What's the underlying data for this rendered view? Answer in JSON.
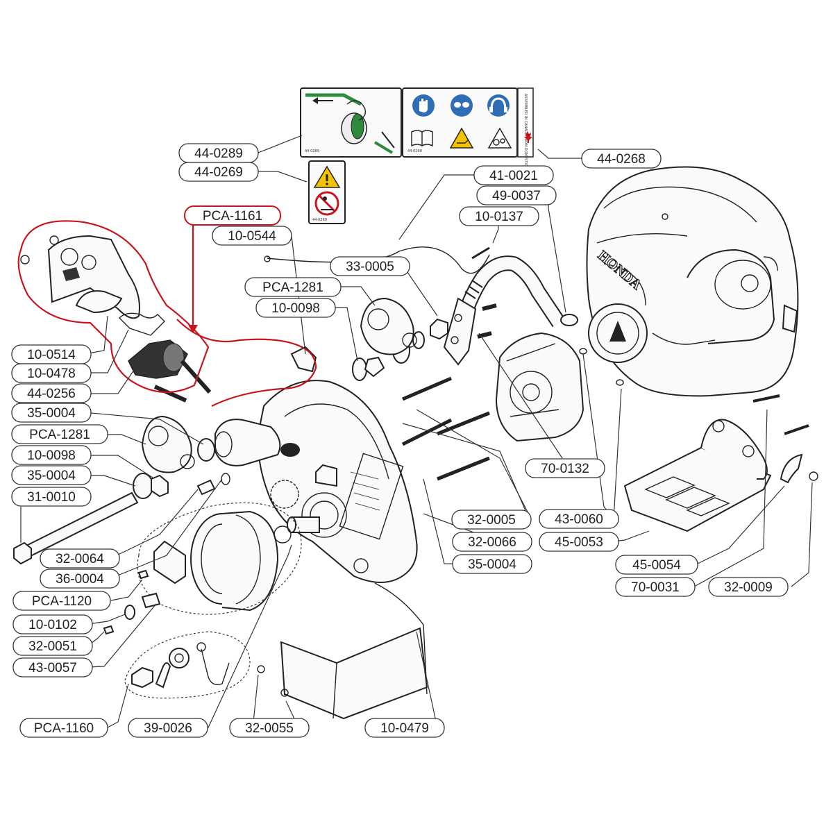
{
  "callouts": [
    {
      "id": "c1",
      "text": "44-0289"
    },
    {
      "id": "c2",
      "text": "44-0269"
    },
    {
      "id": "c3",
      "text": "44-0268"
    },
    {
      "id": "c4",
      "text": "41-0021"
    },
    {
      "id": "c5",
      "text": "49-0037"
    },
    {
      "id": "c6",
      "text": "10-0137"
    },
    {
      "id": "c7",
      "text": "PCA-1161"
    },
    {
      "id": "c8",
      "text": "10-0544"
    },
    {
      "id": "c9",
      "text": "33-0005"
    },
    {
      "id": "c10",
      "text": "PCA-1281"
    },
    {
      "id": "c11",
      "text": "10-0098"
    },
    {
      "id": "c12",
      "text": "10-0514"
    },
    {
      "id": "c13",
      "text": "10-0478"
    },
    {
      "id": "c14",
      "text": "44-0256"
    },
    {
      "id": "c15",
      "text": "35-0004"
    },
    {
      "id": "c16",
      "text": "PCA-1281"
    },
    {
      "id": "c17",
      "text": "10-0098"
    },
    {
      "id": "c18",
      "text": "35-0004"
    },
    {
      "id": "c19",
      "text": "31-0010"
    },
    {
      "id": "c20",
      "text": "32-0064"
    },
    {
      "id": "c21",
      "text": "36-0004"
    },
    {
      "id": "c22",
      "text": "PCA-1120"
    },
    {
      "id": "c23",
      "text": "10-0102"
    },
    {
      "id": "c24",
      "text": "32-0051"
    },
    {
      "id": "c25",
      "text": "43-0057"
    },
    {
      "id": "c26",
      "text": "PCA-1160"
    },
    {
      "id": "c27",
      "text": "39-0026"
    },
    {
      "id": "c28",
      "text": "32-0055"
    },
    {
      "id": "c29",
      "text": "10-0479"
    },
    {
      "id": "c30",
      "text": "70-0132"
    },
    {
      "id": "c31",
      "text": "32-0005"
    },
    {
      "id": "c32",
      "text": "32-0066"
    },
    {
      "id": "c33",
      "text": "35-0004"
    },
    {
      "id": "c34",
      "text": "43-0060"
    },
    {
      "id": "c35",
      "text": "45-0053"
    },
    {
      "id": "c36",
      "text": "45-0054"
    },
    {
      "id": "c37",
      "text": "70-0031"
    },
    {
      "id": "c38",
      "text": "32-0009"
    }
  ],
  "engine_brand": "HONDA",
  "decal_numbers": {
    "d1": "44-0289",
    "d2": "44-0268",
    "d3": "44-0269"
  },
  "decal_notice": "ASSEMBLED IN CANADA FROM DOMESTIC AND FOREIGN PARTS",
  "highlight_color": "#c8141e"
}
